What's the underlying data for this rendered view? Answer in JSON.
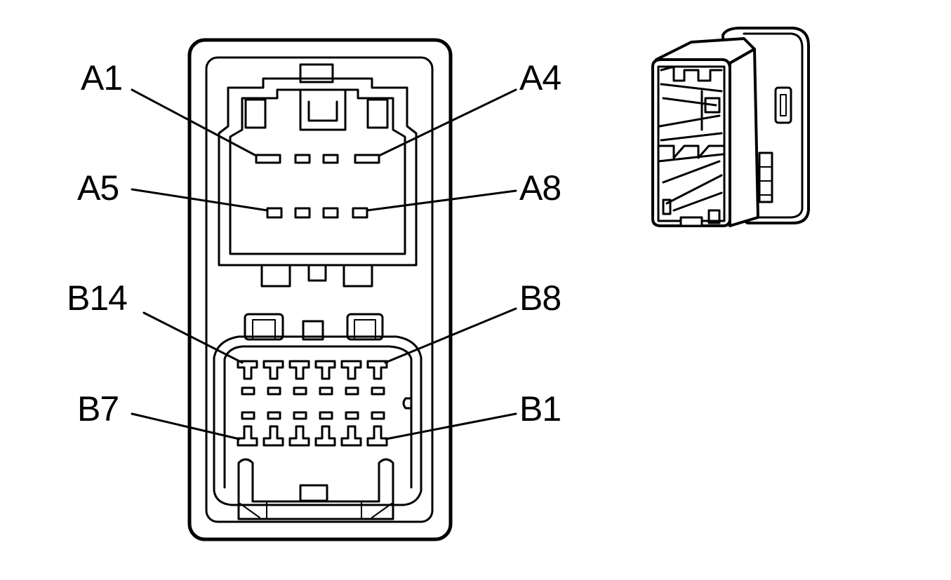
{
  "connector": {
    "pin_labels": {
      "a1": "A1",
      "a4": "A4",
      "a5": "A5",
      "a8": "A8",
      "b14": "B14",
      "b8": "B8",
      "b7": "B7",
      "b1": "B1"
    }
  }
}
